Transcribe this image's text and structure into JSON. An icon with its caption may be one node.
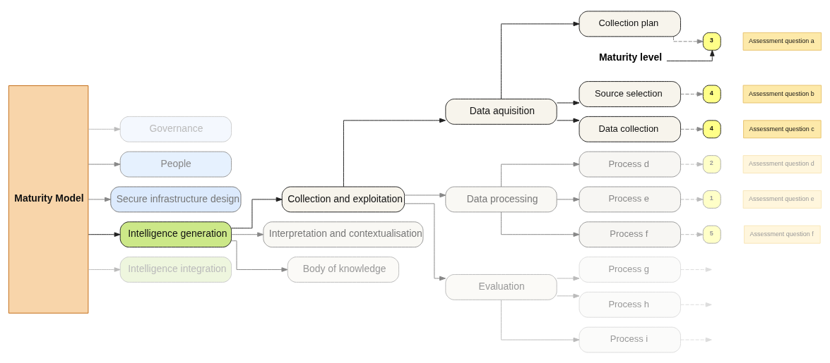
{
  "diagram": {
    "nodes": [
      {
        "text": [
          "Maturity Model"
        ]
      },
      {
        "text": [
          "Governance"
        ]
      },
      {
        "text": [
          "People"
        ]
      },
      {
        "text": [
          "Secure infrastructure design"
        ]
      },
      {
        "text": [
          "Intelligence generation"
        ]
      },
      {
        "text": [
          "Intelligence integration"
        ]
      },
      {
        "text": [
          "Collection and exploitation"
        ]
      },
      {
        "text": [
          "Interpretation and contextualisation"
        ]
      },
      {
        "text": [
          "Body of knowledge"
        ]
      },
      {
        "text": [
          "Data aquisition"
        ]
      },
      {
        "text": [
          "Data processing"
        ]
      },
      {
        "text": [
          "Evaluation"
        ]
      },
      {
        "text": [
          "Collection plan"
        ]
      },
      {
        "text": [
          "Source selection"
        ]
      },
      {
        "text": [
          "Data collection"
        ]
      },
      {
        "text": [
          "Process d"
        ]
      },
      {
        "text": [
          "Process e"
        ]
      },
      {
        "text": [
          "Process f"
        ]
      },
      {
        "text": [
          "Process g"
        ]
      },
      {
        "text": [
          "Process h"
        ]
      },
      {
        "text": [
          "Process i"
        ]
      },
      {
        "text": [
          "3"
        ]
      },
      {
        "text": [
          "4"
        ]
      },
      {
        "text": [
          "4"
        ]
      },
      {
        "text": [
          "2"
        ]
      },
      {
        "text": [
          "1"
        ]
      },
      {
        "text": [
          "5"
        ]
      },
      {
        "text": [
          "Assessment question a"
        ]
      },
      {
        "text": [
          "Assessment question b"
        ]
      },
      {
        "text": [
          "Assessment question c"
        ]
      },
      {
        "text": [
          "Assessment question d"
        ]
      },
      {
        "text": [
          "Assessment question e"
        ]
      },
      {
        "text": [
          "Assessment question f"
        ]
      },
      {
        "text": [
          "Maturity level"
        ]
      }
    ],
    "edges": [
      {
        "from": 0,
        "to": 1,
        "arrow": "to",
        "color": "#bbbbbb"
      },
      {
        "from": 0,
        "to": 2,
        "arrow": "to"
      },
      {
        "from": 0,
        "to": 3,
        "arrow": "to"
      },
      {
        "from": 0,
        "to": 4,
        "arrow": "to",
        "color": "#222222"
      },
      {
        "from": 0,
        "to": 5,
        "arrow": "to",
        "color": "#bbbbbb"
      },
      {
        "from": 4,
        "to": 6,
        "arrow": "to",
        "color": "#222222"
      },
      {
        "from": 4,
        "to": 7,
        "arrow": "to"
      },
      {
        "from": 4,
        "to": 8,
        "arrow": "to"
      },
      {
        "from": 6,
        "to": 9,
        "arrow": "to",
        "color": "#222222"
      },
      {
        "from": 6,
        "to": 10,
        "arrow": "to"
      },
      {
        "from": 6,
        "to": 11,
        "arrow": "to"
      },
      {
        "from": 9,
        "to": 12,
        "arrow": "to",
        "color": "#222222"
      },
      {
        "from": 9,
        "to": 13,
        "arrow": "to",
        "color": "#222222"
      },
      {
        "from": 9,
        "to": 14,
        "arrow": "to",
        "color": "#222222"
      },
      {
        "from": 10,
        "to": 15,
        "arrow": "to"
      },
      {
        "from": 10,
        "to": 16,
        "arrow": "to"
      },
      {
        "from": 10,
        "to": 17,
        "arrow": "to"
      },
      {
        "from": 11,
        "to": 18,
        "arrow": "to",
        "color": "#bbbbbb"
      },
      {
        "from": 11,
        "to": 19,
        "arrow": "to",
        "color": "#bbbbbb"
      },
      {
        "from": 11,
        "to": 20,
        "arrow": "to",
        "color": "#bbbbbb"
      },
      {
        "from": 12,
        "to": 21,
        "arrow": "to",
        "style": "dashed"
      },
      {
        "from": 13,
        "to": 22,
        "arrow": "to",
        "style": "dashed"
      },
      {
        "from": 14,
        "to": 23,
        "arrow": "to",
        "style": "dashed"
      },
      {
        "from": 15,
        "to": 24,
        "arrow": "to",
        "style": "dashed",
        "color": "#bbbbbb"
      },
      {
        "from": 16,
        "to": 25,
        "arrow": "to",
        "style": "dashed",
        "color": "#bbbbbb"
      },
      {
        "from": 17,
        "to": 26,
        "arrow": "to",
        "style": "dashed",
        "color": "#bbbbbb"
      },
      {
        "from": 18,
        "to": null,
        "arrow": "to",
        "style": "dashed",
        "color": "#dddddd"
      },
      {
        "from": 19,
        "to": null,
        "arrow": "to",
        "style": "dashed",
        "color": "#dddddd"
      },
      {
        "from": 20,
        "to": null,
        "arrow": "to",
        "style": "dashed",
        "color": "#dddddd"
      },
      {
        "from": 33,
        "to": 21,
        "arrow": "to",
        "color": "#222222"
      }
    ]
  }
}
